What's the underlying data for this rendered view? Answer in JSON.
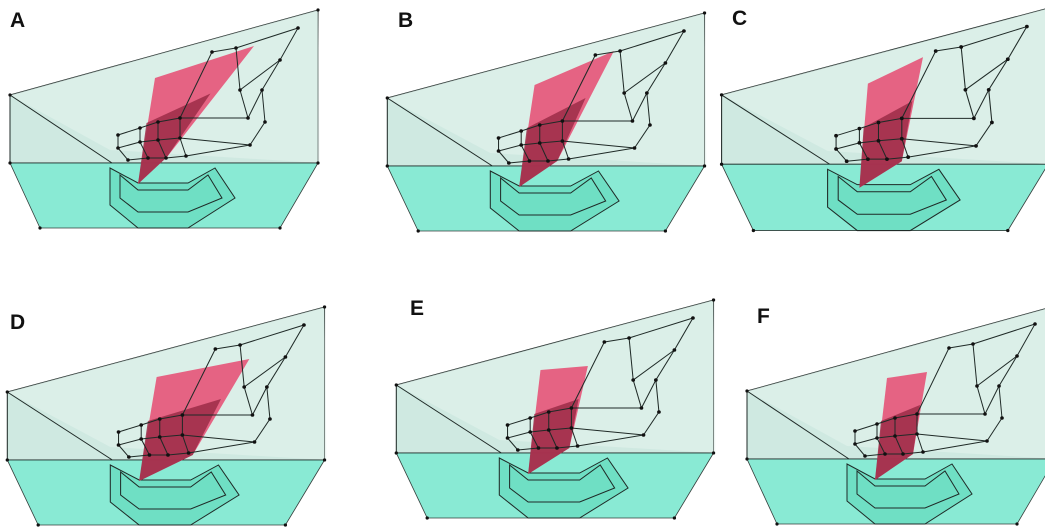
{
  "panels": [
    {
      "label": "A"
    },
    {
      "label": "B"
    },
    {
      "label": "C"
    },
    {
      "label": "D"
    },
    {
      "label": "E"
    },
    {
      "label": "F"
    }
  ],
  "colors": {
    "wall": "#cfe9e1",
    "base": "#7de8d0",
    "edge": "#1f2a27",
    "node": "#111111",
    "plane_upper": "#e6577a",
    "plane_lower": "#9c2c48",
    "background": "#ffffff"
  }
}
